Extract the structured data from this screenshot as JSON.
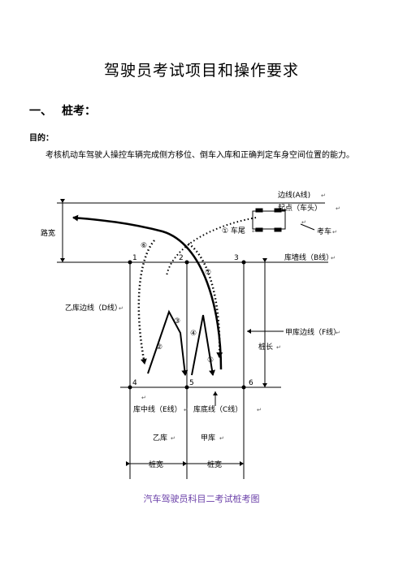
{
  "title": "驾驶员考试项目和操作要求",
  "section": {
    "number": "一、",
    "heading": "桩考："
  },
  "purpose": {
    "label": "目的：",
    "text": "考核机动车驾驶人操控车辆完成侧方移位、倒车入库和正确判定车身空间位置的能力。"
  },
  "diagram": {
    "labels": {
      "edge_a": "边线(A线)",
      "start": "起点（车头）",
      "car_width": "① 车尾",
      "examinee_car": "考车",
      "road_width": "路宽",
      "wall_line": "库墙线（B线）",
      "yi_edge": "乙库边线（D线）",
      "jia_edge": "甲库边线（F线）",
      "pile_length": "桩长",
      "mid_line": "库中线（E线）",
      "bottom_line": "库底线（C线）",
      "yi_garage": "乙库",
      "jia_garage": "甲库",
      "pile_width_1": "桩宽",
      "pile_width_2": "桩宽"
    },
    "points": [
      "1",
      "2",
      "3",
      "4",
      "5",
      "6"
    ],
    "steps": [
      "②",
      "③",
      "④",
      "⑤",
      "⑥",
      "⑦"
    ],
    "cue_marks": [
      "↵",
      "↵",
      "↵",
      "↵",
      "↵",
      "↵",
      "↵",
      "↵",
      "↵",
      "↵",
      "↵",
      "↵",
      "↵",
      "↵"
    ]
  },
  "caption": "汽车驾驶员科目二考试桩考图"
}
